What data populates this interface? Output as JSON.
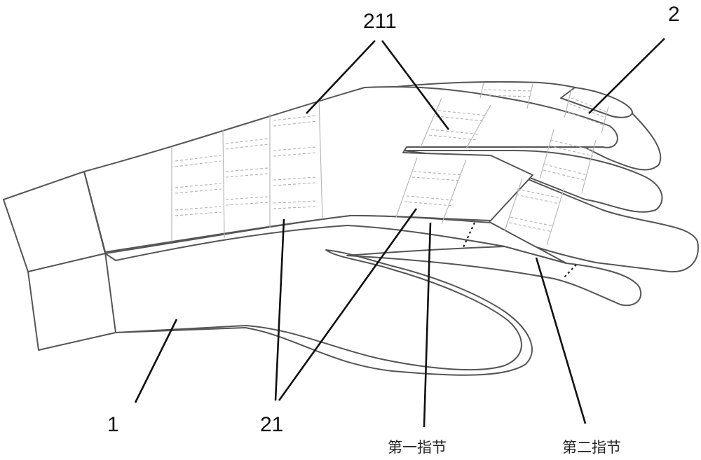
{
  "labels": {
    "wrist_part": "1",
    "finger_cover": "2",
    "strap_group": "21",
    "strap_detail": "211",
    "first_knuckle": "第一指节",
    "second_knuckle": "第二指节"
  }
}
